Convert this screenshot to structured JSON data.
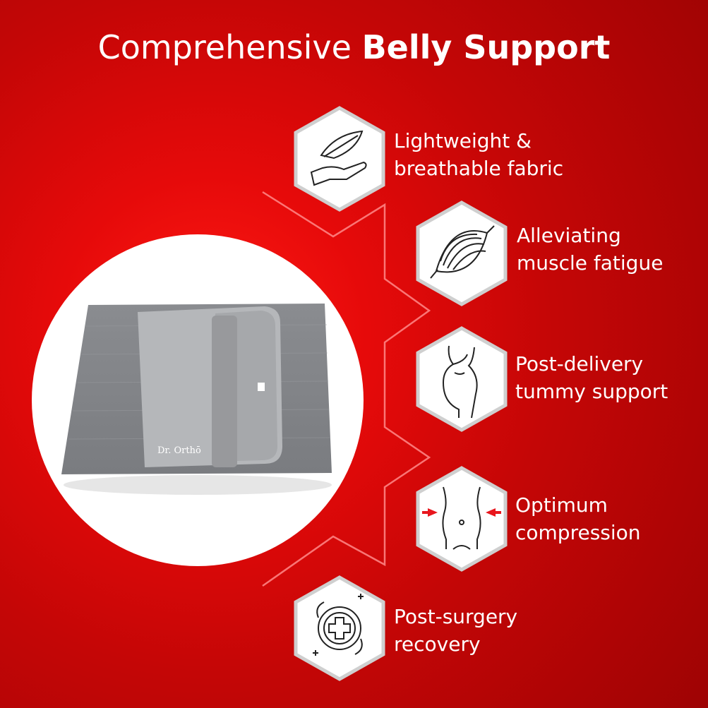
{
  "title": {
    "light": "Comprehensive ",
    "bold": "Belly Support"
  },
  "product": {
    "brand": "Dr. Orthō"
  },
  "features": [
    {
      "line1": "Lightweight &",
      "line2": "breathable fabric",
      "icon": "feather-hand-icon"
    },
    {
      "line1": "Alleviating",
      "line2": "muscle fatigue",
      "icon": "muscle-icon"
    },
    {
      "line1": "Post-delivery",
      "line2": "tummy support",
      "icon": "pregnant-belly-icon"
    },
    {
      "line1": "Optimum",
      "line2": "compression",
      "icon": "waist-compression-icon"
    },
    {
      "line1": "Post-surgery",
      "line2": "recovery",
      "icon": "medical-cross-icon"
    }
  ],
  "colors": {
    "background": "#e60a0a",
    "accent": "#e8161d",
    "hex_border": "#c9c9c9"
  }
}
